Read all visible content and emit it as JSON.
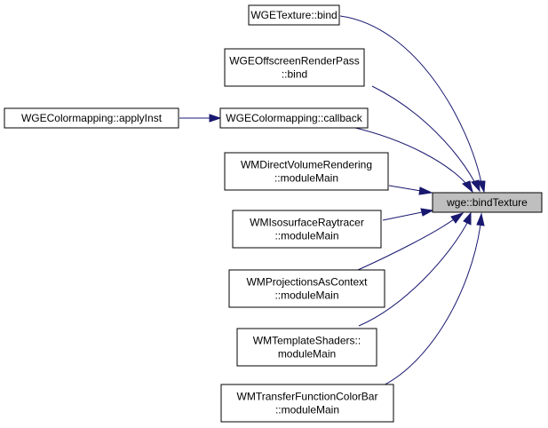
{
  "nodes": {
    "bind_texture": {
      "lines": [
        "wge::bindTexture"
      ],
      "highlighted": true
    },
    "wgetexture_bind": {
      "lines": [
        "WGETexture::bind"
      ]
    },
    "offscreen_bind": {
      "lines": [
        "WGEOffscreenRenderPass",
        "::bind"
      ]
    },
    "colormapping_callback": {
      "lines": [
        "WGEColormapping::callback"
      ]
    },
    "colormapping_apply_inst": {
      "lines": [
        "WGEColormapping::applyInst"
      ]
    },
    "direct_volume_rendering": {
      "lines": [
        "WMDirectVolumeRendering",
        "::moduleMain"
      ]
    },
    "isosurface_raytracer": {
      "lines": [
        "WMIsosurfaceRaytracer",
        "::moduleMain"
      ]
    },
    "projections_as_context": {
      "lines": [
        "WMProjectionsAsContext",
        "::moduleMain"
      ]
    },
    "template_shaders": {
      "lines": [
        "WMTemplateShaders::",
        "moduleMain"
      ]
    },
    "transfer_function_color_bar": {
      "lines": [
        "WMTransferFunctionColorBar",
        "::moduleMain"
      ]
    }
  },
  "edges": [
    {
      "from": "wgetexture_bind",
      "to": "bind_texture"
    },
    {
      "from": "offscreen_bind",
      "to": "bind_texture"
    },
    {
      "from": "colormapping_callback",
      "to": "bind_texture"
    },
    {
      "from": "colormapping_apply_inst",
      "to": "colormapping_callback"
    },
    {
      "from": "direct_volume_rendering",
      "to": "bind_texture"
    },
    {
      "from": "isosurface_raytracer",
      "to": "bind_texture"
    },
    {
      "from": "projections_as_context",
      "to": "bind_texture"
    },
    {
      "from": "template_shaders",
      "to": "bind_texture"
    },
    {
      "from": "transfer_function_color_bar",
      "to": "bind_texture"
    }
  ],
  "colors": {
    "edge": "#191970",
    "highlight_fill": "#bfbfbf",
    "node_border": "#000000"
  }
}
